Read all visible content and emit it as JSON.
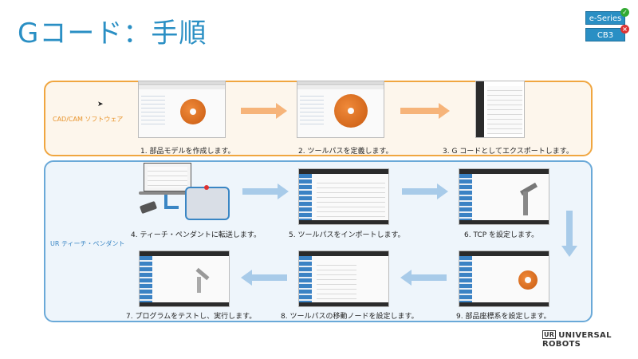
{
  "slide": {
    "title": "Gコード：手順",
    "badges": [
      {
        "label": "e-Series",
        "mark": "✓",
        "mark_color": "#33aa33"
      },
      {
        "label": "CB3",
        "mark": "×",
        "mark_color": "#dd3333"
      }
    ]
  },
  "sections": {
    "cad_label": "CAD/CAM ソフトウェア",
    "ur_label": "UR ティーチ・ペンダント"
  },
  "steps": [
    "1.  部品モデルを作成します。",
    "2.  ツールパスを定義します。",
    "3. G コードとしてエクスポートします。",
    "4.  ティーチ・ペンダントに転送します。",
    "5.  ツールパスをインポートします。",
    "6. TCP を設定します。",
    "7.  プログラムをテストし、実行します。",
    "8.  ツールパスの移動ノードを設定します。",
    "9.  部品座標系を設定します。"
  ],
  "logo": {
    "mark": "UR",
    "text": "UNIVERSAL ROBOTS"
  },
  "colors": {
    "accent": "#2a8fc4",
    "orange": "#f0a640",
    "blue": "#6aa9d8",
    "part": "#e8772a"
  }
}
